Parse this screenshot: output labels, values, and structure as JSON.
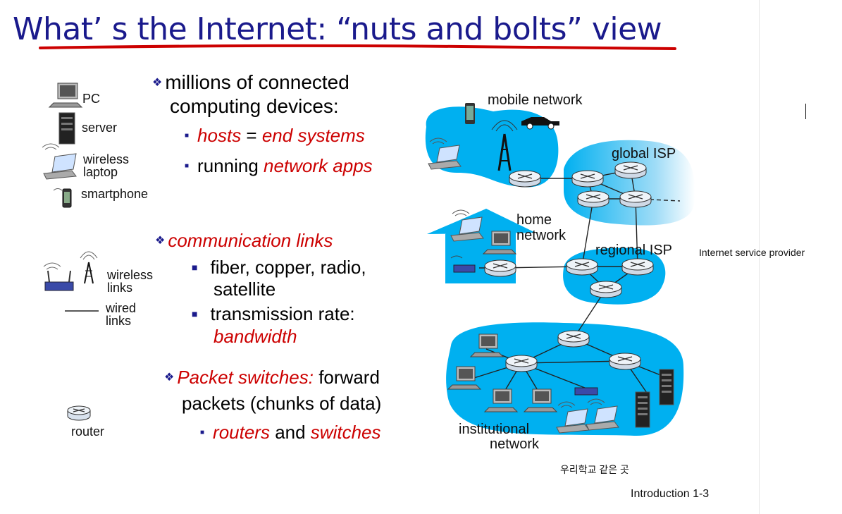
{
  "title": "What’ s the Internet: “nuts and bolts” view",
  "legend": {
    "pc": "PC",
    "server": "server",
    "wireless_laptop_1": "wireless",
    "wireless_laptop_2": "laptop",
    "smartphone": "smartphone",
    "wireless_links_1": "wireless",
    "wireless_links_2": "links",
    "wired_links_1": "wired",
    "wired_links_2": "links",
    "router": "router"
  },
  "bullets": {
    "hosts_1": "millions of connected",
    "hosts_2": "computing devices:",
    "hosts_sub1_a": "hosts",
    "hosts_sub1_b": " = ",
    "hosts_sub1_c": "end systems",
    "hosts_sub2_a": "running ",
    "hosts_sub2_b": "network apps",
    "links_head": "communication links",
    "links_sub1_a": "fiber, copper, radio,",
    "links_sub1_b": "satellite",
    "links_sub2_a": "transmission rate:",
    "links_sub2_b": "bandwidth",
    "switch_head_a": "Packet switches:",
    "switch_head_b": " forward",
    "switch_2": "packets (chunks of data)",
    "switch_sub_a": "routers",
    "switch_sub_b": " and ",
    "switch_sub_c": "switches"
  },
  "diagram": {
    "mobile_network": "mobile network",
    "global_isp": "global ISP",
    "home_1": "home",
    "home_2": "network",
    "regional_isp": "regional ISP",
    "institutional_1": "institutional",
    "institutional_2": "network"
  },
  "notes": {
    "isp_note": "Internet service provider",
    "korean_note": "우리학교 같은 곳"
  },
  "footer": {
    "label": "Introduction",
    "page": "1-3"
  },
  "colors": {
    "title": "#1a1a8c",
    "emphasis": "#cc0000",
    "network_fill": "#00b0f0",
    "underline": "#cc0000"
  }
}
